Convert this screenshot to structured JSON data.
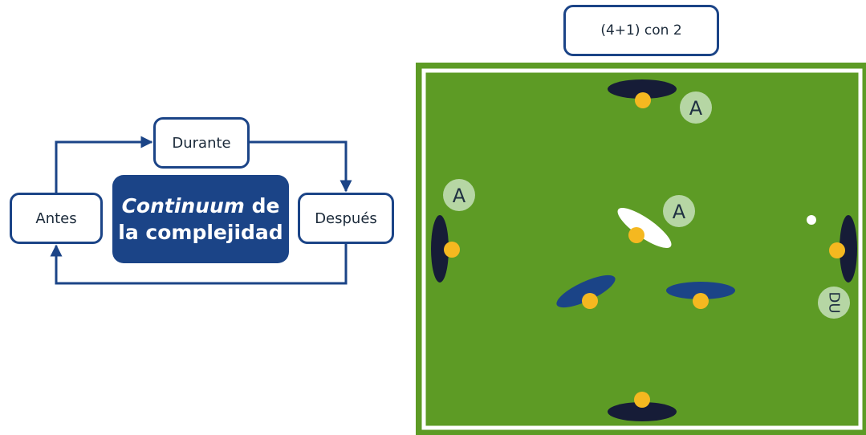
{
  "cycle": {
    "before": "Antes",
    "during": "Durante",
    "after": "Después",
    "center_italic": "Continuum",
    "center_word": "de",
    "center_line2": "la complejidad"
  },
  "field": {
    "title": "(4+1) con 2",
    "labels": {
      "a": "A",
      "du": "DU"
    },
    "colors": {
      "grass": "#5d9b25",
      "lines": "#ffffff",
      "dark_team": "#161c37",
      "blue_team": "#1b4487",
      "neutral": "#ffffff",
      "player": "#f5b820",
      "badge": "#b6d6a4",
      "badge_text": "#1f3042"
    }
  }
}
